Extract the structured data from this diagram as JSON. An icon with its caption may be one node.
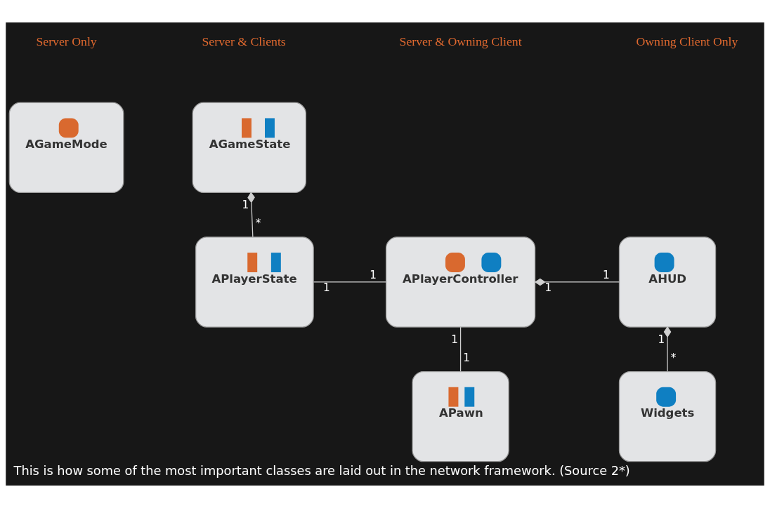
{
  "diagram": {
    "caption": "This is how some of the most important classes are laid out in the network framework. (Source 2*)",
    "nodes": [
      {
        "text": [
          "AGameMode"
        ]
      },
      {
        "text": [
          "AGameState"
        ]
      },
      {
        "text": [
          "APlayerState"
        ]
      },
      {
        "text": [
          "APlayerController"
        ]
      },
      {
        "text": [
          "AHUD"
        ]
      },
      {
        "text": [
          "APawn"
        ]
      },
      {
        "text": [
          "Widgets"
        ]
      }
    ],
    "edges": [
      {
        "from": 1,
        "to": 2,
        "arrow": "other"
      },
      {
        "from": 2,
        "to": 3,
        "arrow": "none"
      },
      {
        "from": 5,
        "to": 3,
        "arrow": "none"
      },
      {
        "from": 3,
        "to": 4,
        "arrow": "other"
      },
      {
        "from": 4,
        "to": 6,
        "arrow": "other"
      }
    ],
    "labels": [
      "Server Only",
      "Server & Clients",
      "Server & Owning Client",
      "Owning Client Only",
      "1",
      "*",
      "1",
      "1",
      "1",
      "1",
      "1",
      "1",
      "1",
      "*"
    ]
  }
}
